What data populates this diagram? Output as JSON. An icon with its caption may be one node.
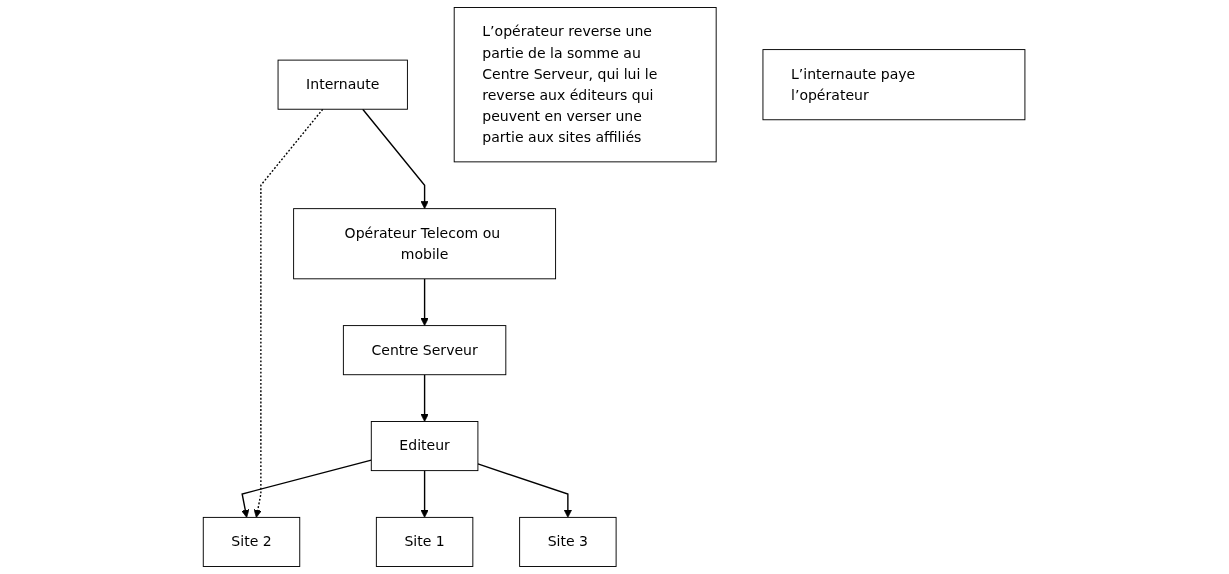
{
  "diagram": {
    "nodes": [
      {
        "text": [
          "Opérateur Telecom ou mobile"
        ]
      },
      {
        "text": [
          "Centre Serveur"
        ]
      },
      {
        "text": [
          "Editeur"
        ]
      },
      {
        "text": [
          "Site 1"
        ]
      },
      {
        "text": [
          "Site 2"
        ]
      },
      {
        "text": [
          "Site 3"
        ]
      },
      {
        "text": [
          "Internaute"
        ]
      },
      {
        "text": [
          "L’opérateur reverse une partie de la somme au Centre Serveur, qui lui le reverse aux éditeurs qui peuvent en verser une partie aux sites affiliés"
        ]
      },
      {
        "text": [
          "L’internaute paye l’opérateur"
        ]
      }
    ],
    "edges": [
      {
        "from": 0,
        "to": 1,
        "arrow": "to"
      },
      {
        "from": 1,
        "to": 2,
        "arrow": "to"
      },
      {
        "from": 2,
        "to": 3,
        "arrow": "to"
      },
      {
        "from": 2,
        "to": 4,
        "arrow": "to"
      },
      {
        "from": 2,
        "to": 5,
        "arrow": "to"
      },
      {
        "from": 6,
        "to": 4,
        "arrow": "to",
        "style": "dashed"
      },
      {
        "from": 6,
        "to": 0,
        "arrow": "to"
      }
    ]
  }
}
